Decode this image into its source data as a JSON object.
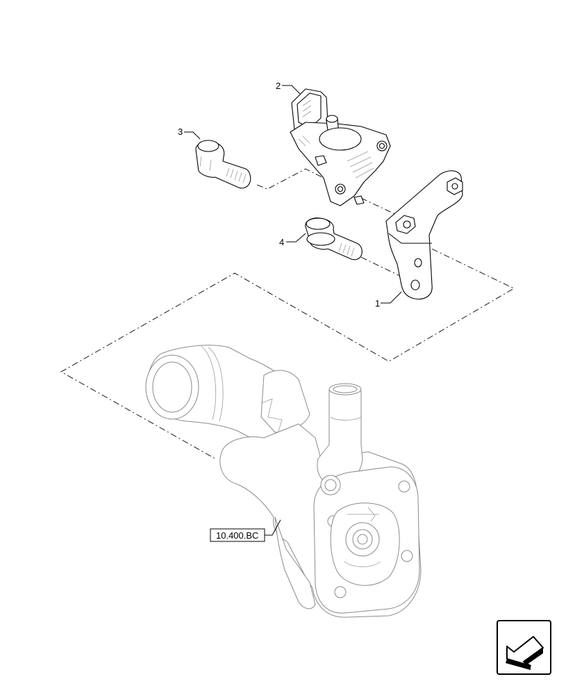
{
  "callouts": [
    {
      "label": "1"
    },
    {
      "label": "2"
    },
    {
      "label": "3"
    },
    {
      "label": "4"
    }
  ],
  "reference": {
    "label": "10.400.BC"
  },
  "nav_icon": {
    "name": "arrow-link-icon"
  }
}
